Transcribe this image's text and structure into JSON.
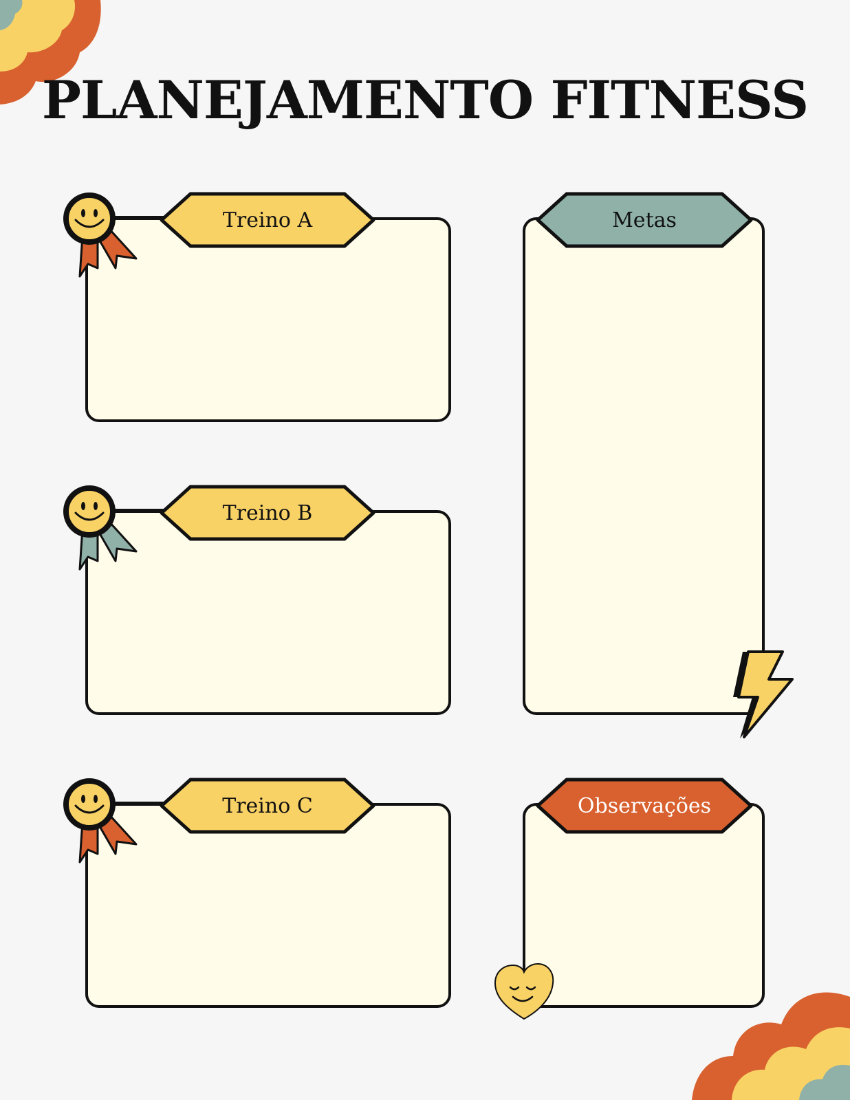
{
  "title": "PLANEJAMENTO FITNESS",
  "sections": {
    "treino_a": {
      "label": "Treino A"
    },
    "treino_b": {
      "label": "Treino B"
    },
    "treino_c": {
      "label": "Treino C"
    },
    "metas": {
      "label": "Metas"
    },
    "observacoes": {
      "label": "Observações"
    }
  },
  "colors": {
    "background": "#f6f6f6",
    "box_fill": "#fffcea",
    "outline": "#111111",
    "yellow": "#f9d266",
    "teal": "#8fb1a8",
    "orange": "#d8612f",
    "observacoes_text": "#ffffff"
  },
  "icons": [
    "smiley-medal-icon",
    "lightning-bolt-icon",
    "smiley-heart-icon",
    "cloud-rainbow-decoration"
  ]
}
